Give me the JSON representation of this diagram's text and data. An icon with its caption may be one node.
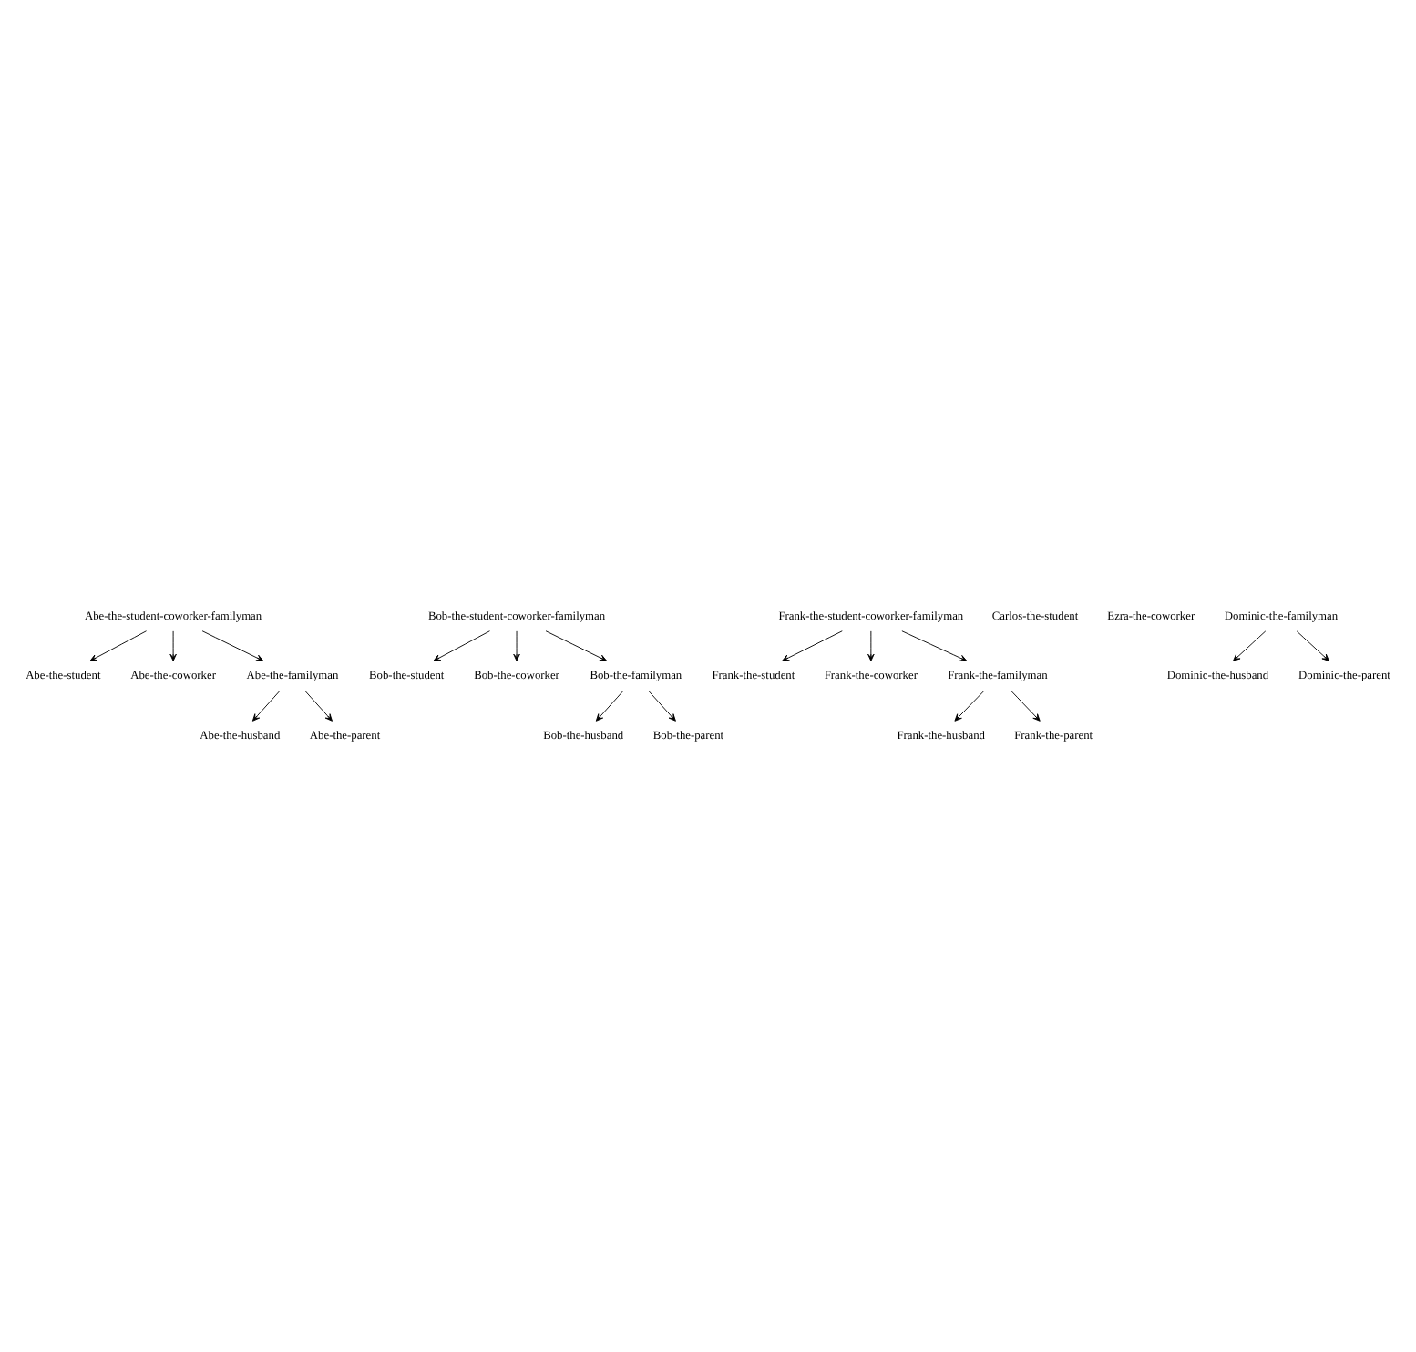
{
  "diagram": {
    "nodes": [
      {
        "text": [
          "Abe-the-student-coworker-familyman"
        ]
      },
      {
        "text": [
          "Abe-the-student"
        ]
      },
      {
        "text": [
          "Abe-the-coworker"
        ]
      },
      {
        "text": [
          "Abe-the-familyman"
        ]
      },
      {
        "text": [
          "Abe-the-husband"
        ]
      },
      {
        "text": [
          "Abe-the-parent"
        ]
      },
      {
        "text": [
          "Bob-the-student-coworker-familyman"
        ]
      },
      {
        "text": [
          "Bob-the-student"
        ]
      },
      {
        "text": [
          "Bob-the-coworker"
        ]
      },
      {
        "text": [
          "Bob-the-familyman"
        ]
      },
      {
        "text": [
          "Bob-the-husband"
        ]
      },
      {
        "text": [
          "Bob-the-parent"
        ]
      },
      {
        "text": [
          "Frank-the-student-coworker-familyman"
        ]
      },
      {
        "text": [
          "Frank-the-student"
        ]
      },
      {
        "text": [
          "Frank-the-coworker"
        ]
      },
      {
        "text": [
          "Frank-the-familyman"
        ]
      },
      {
        "text": [
          "Frank-the-husband"
        ]
      },
      {
        "text": [
          "Frank-the-parent"
        ]
      },
      {
        "text": [
          "Carlos-the-student"
        ]
      },
      {
        "text": [
          "Ezra-the-coworker"
        ]
      },
      {
        "text": [
          "Dominic-the-familyman"
        ]
      },
      {
        "text": [
          "Dominic-the-husband"
        ]
      },
      {
        "text": [
          "Dominic-the-parent"
        ]
      }
    ],
    "edges": [
      {
        "from": 0,
        "to": 1,
        "arrow": "to"
      },
      {
        "from": 0,
        "to": 2,
        "arrow": "to"
      },
      {
        "from": 0,
        "to": 3,
        "arrow": "to"
      },
      {
        "from": 3,
        "to": 4,
        "arrow": "to"
      },
      {
        "from": 3,
        "to": 5,
        "arrow": "to"
      },
      {
        "from": 6,
        "to": 7,
        "arrow": "to"
      },
      {
        "from": 6,
        "to": 8,
        "arrow": "to"
      },
      {
        "from": 6,
        "to": 9,
        "arrow": "to"
      },
      {
        "from": 9,
        "to": 10,
        "arrow": "to"
      },
      {
        "from": 9,
        "to": 11,
        "arrow": "to"
      },
      {
        "from": 12,
        "to": 13,
        "arrow": "to"
      },
      {
        "from": 12,
        "to": 14,
        "arrow": "to"
      },
      {
        "from": 12,
        "to": 15,
        "arrow": "to"
      },
      {
        "from": 15,
        "to": 16,
        "arrow": "to"
      },
      {
        "from": 15,
        "to": 17,
        "arrow": "to"
      },
      {
        "from": 20,
        "to": 21,
        "arrow": "to"
      },
      {
        "from": 20,
        "to": 22,
        "arrow": "to"
      }
    ]
  }
}
